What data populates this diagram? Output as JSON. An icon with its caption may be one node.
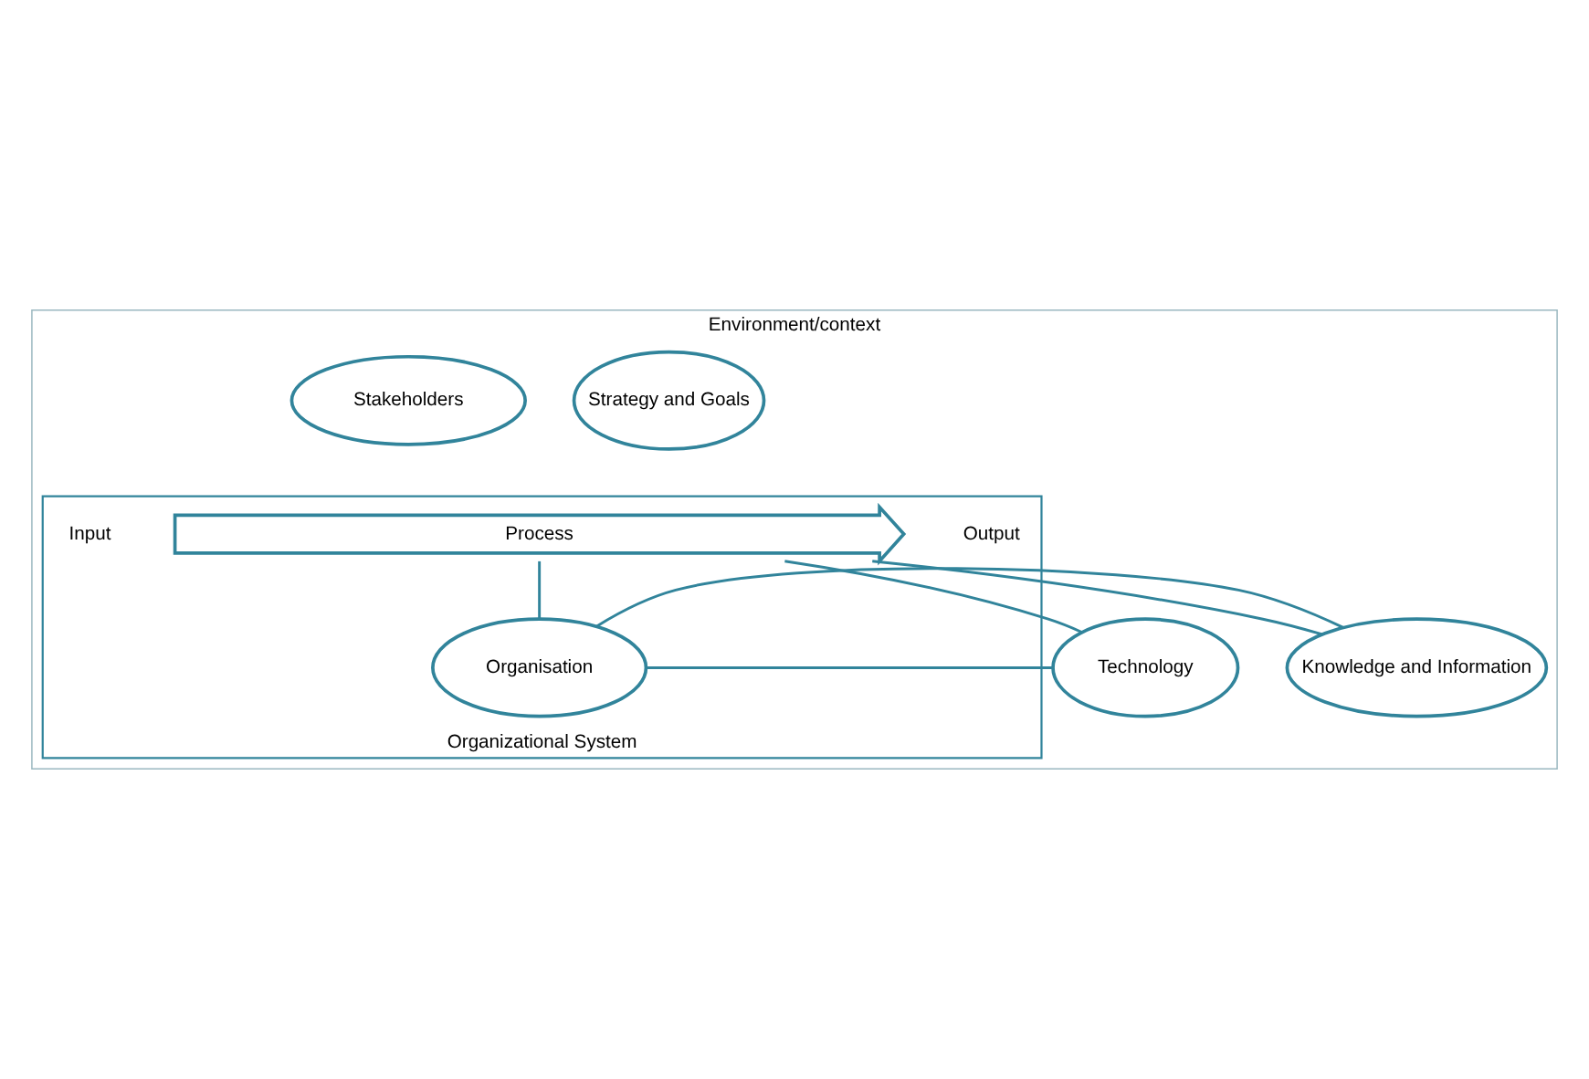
{
  "diagram": {
    "nodes": [
      {
        "text": [
          "Environment/context"
        ]
      },
      {
        "text": [
          "Strategy and Goals"
        ],
        "in": 0
      },
      {
        "text": [
          "Stakeholders"
        ],
        "in": 0
      },
      {
        "text": [
          "Organizational System"
        ],
        "in": 0
      },
      {
        "text": [
          "Process"
        ],
        "in": 3,
        "beside": [
          "Input",
          "Output"
        ]
      },
      {
        "text": [
          "Technology"
        ],
        "in": 0
      },
      {
        "text": [
          "Organisation"
        ],
        "in": 3
      },
      {
        "text": [
          "Knowledge and Information"
        ],
        "in": 0
      }
    ],
    "edges": [
      {
        "from": 4,
        "to": 5,
        "arrow": "none"
      },
      {
        "from": 4,
        "to": 6,
        "arrow": "none"
      },
      {
        "from": 4,
        "to": 7,
        "arrow": "none"
      },
      {
        "from": 5,
        "to": 6,
        "arrow": "none"
      },
      {
        "from": 6,
        "to": 7,
        "arrow": "none"
      }
    ]
  }
}
